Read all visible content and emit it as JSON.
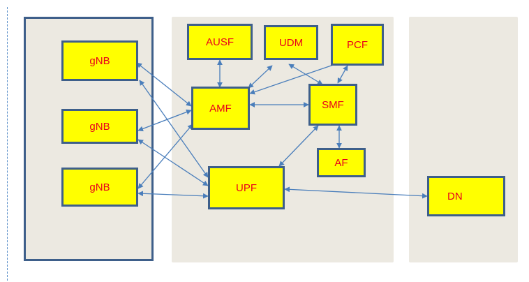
{
  "colors": {
    "box_fill": "#ffff00",
    "box_border": "#3e5f8a",
    "label": "#e8001c",
    "panel_bg": "#ece9e1",
    "arrow": "#4a7ebb"
  },
  "nodes": {
    "gnb1": "gNB",
    "gnb2": "gNB",
    "gnb3": "gNB",
    "ausf": "AUSF",
    "udm": "UDM",
    "pcf": "PCF",
    "amf": "AMF",
    "smf": "SMF",
    "af": "AF",
    "upf": "UPF",
    "dn": "DN"
  },
  "connections": [
    [
      "gnb1",
      "amf"
    ],
    [
      "gnb1",
      "upf"
    ],
    [
      "gnb2",
      "amf"
    ],
    [
      "gnb2",
      "upf"
    ],
    [
      "gnb3",
      "amf"
    ],
    [
      "gnb3",
      "upf"
    ],
    [
      "ausf",
      "amf"
    ],
    [
      "udm",
      "amf"
    ],
    [
      "pcf",
      "amf"
    ],
    [
      "udm",
      "smf"
    ],
    [
      "pcf",
      "smf"
    ],
    [
      "amf",
      "smf"
    ],
    [
      "smf",
      "af"
    ],
    [
      "smf",
      "upf"
    ],
    [
      "upf",
      "dn"
    ]
  ]
}
